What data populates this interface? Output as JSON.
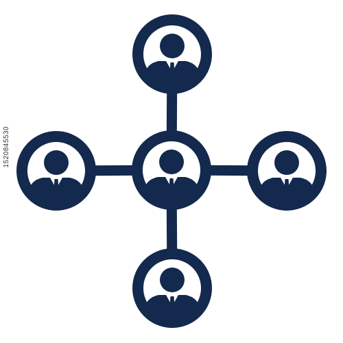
{
  "icon": {
    "name": "network-people-icon",
    "color": "#13294d",
    "background": "#ffffff",
    "nodes": [
      {
        "id": "center",
        "name": "person-node-center"
      },
      {
        "id": "top",
        "name": "person-node-top"
      },
      {
        "id": "left",
        "name": "person-node-left"
      },
      {
        "id": "right",
        "name": "person-node-right"
      },
      {
        "id": "bottom",
        "name": "person-node-bottom"
      }
    ]
  },
  "watermark": {
    "stock_id": "1520845530"
  }
}
